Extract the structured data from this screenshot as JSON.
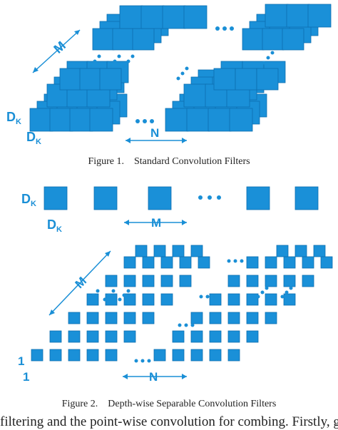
{
  "figure1": {
    "label_dk": "D",
    "label_dk_sub": "K",
    "label_m": "M",
    "label_n": "N",
    "caption_num": "Figure 1.",
    "caption_text": "Standard Convolution Filters"
  },
  "figure2_top": {
    "label_dk": "D",
    "label_dk_sub": "K",
    "label_m": "M"
  },
  "figure2": {
    "label_one_a": "1",
    "label_one_b": "1",
    "label_m": "M",
    "label_n": "N",
    "caption_num": "Figure 2.",
    "caption_text": "Depth-wise Separable Convolution Filters"
  },
  "bottom_text": "filtering and the point-wise convolution for combing. Firstly, g",
  "colors": {
    "square": "#1a90d8",
    "square_edge": "#0d6fb0",
    "text_blue": "#1a8fd6"
  }
}
